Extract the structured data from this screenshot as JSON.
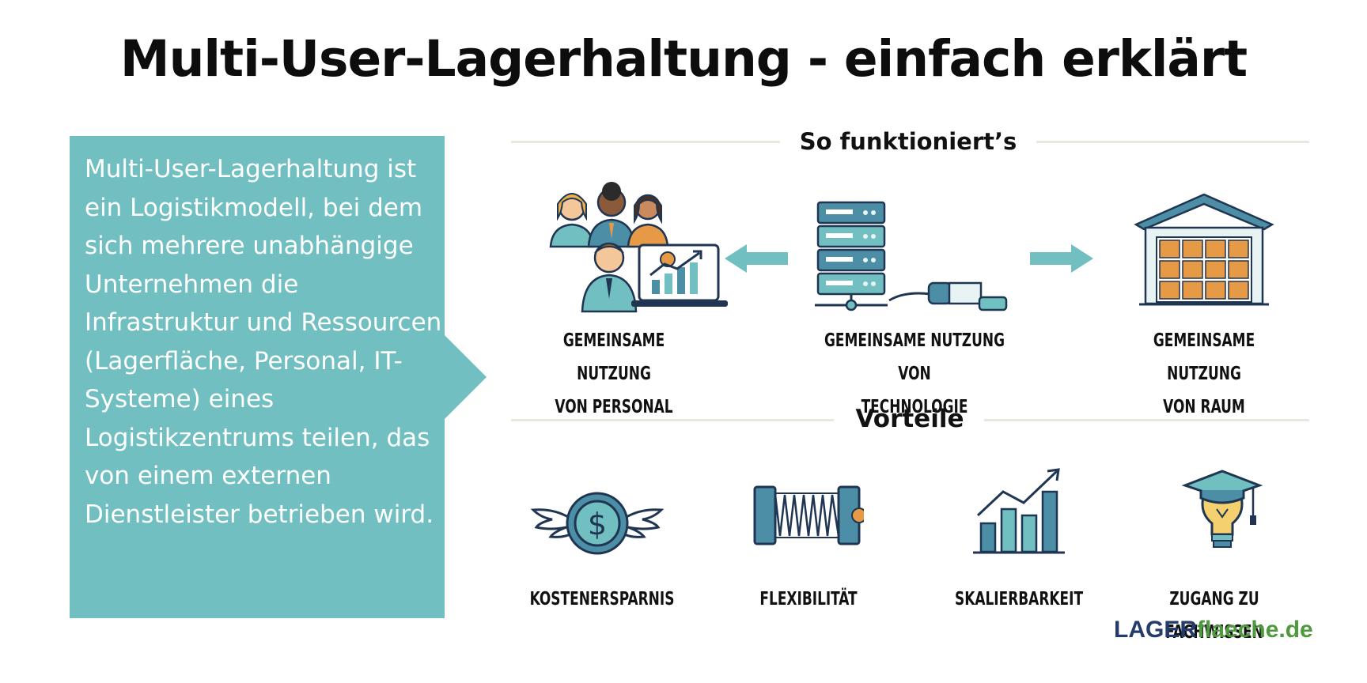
{
  "title": "Multi-User-Lagerhaltung - einfach erklärt",
  "definition": "Multi-User-Lagerhaltung ist ein Logistikmodell, bei dem sich mehrere unabhängige Unternehmen die Infrastruktur und Ressourcen (Lagerfläche, Personal, IT-Systeme) eines Logistikzentrums teilen, das von einem externen Dienstleister betrieben wird.",
  "sections": {
    "how_it_works": "So funktioniert’s",
    "benefits": "Vorteile"
  },
  "how_it_works": {
    "personal": {
      "line1": "GEMEINSAME NUTZUNG",
      "line2": "VON PERSONAL",
      "icon": "team-with-laptop-icon"
    },
    "technology": {
      "line1": "GEMEINSAME NUTZUNG VON",
      "line2": "TECHNOLOGIE",
      "icon": "server-network-icon"
    },
    "space": {
      "line1": "GEMEINSAME NUTZUNG",
      "line2": "VON RAUM",
      "icon": "warehouse-icon"
    }
  },
  "benefits": [
    {
      "label": "KOSTENERSPARNIS",
      "icon": "winged-dollar-coin-icon"
    },
    {
      "label": "FLEXIBILITÄT",
      "icon": "spring-coil-icon"
    },
    {
      "label": "SKALIERBARKEIT",
      "icon": "growth-bar-chart-icon"
    },
    {
      "label": "ZUGANG ZU FACHWISSEN",
      "icon": "graduation-cap-lightbulb-icon"
    }
  ],
  "logo": {
    "part1": "LAGER",
    "part2": "flaeche.de"
  },
  "colors": {
    "teal": "#71bfc0",
    "dark_teal": "#3f7f8a",
    "navy": "#1f3552",
    "orange": "#e79a45",
    "logo_navy": "#243b6b",
    "logo_green": "#4f9a3e"
  }
}
